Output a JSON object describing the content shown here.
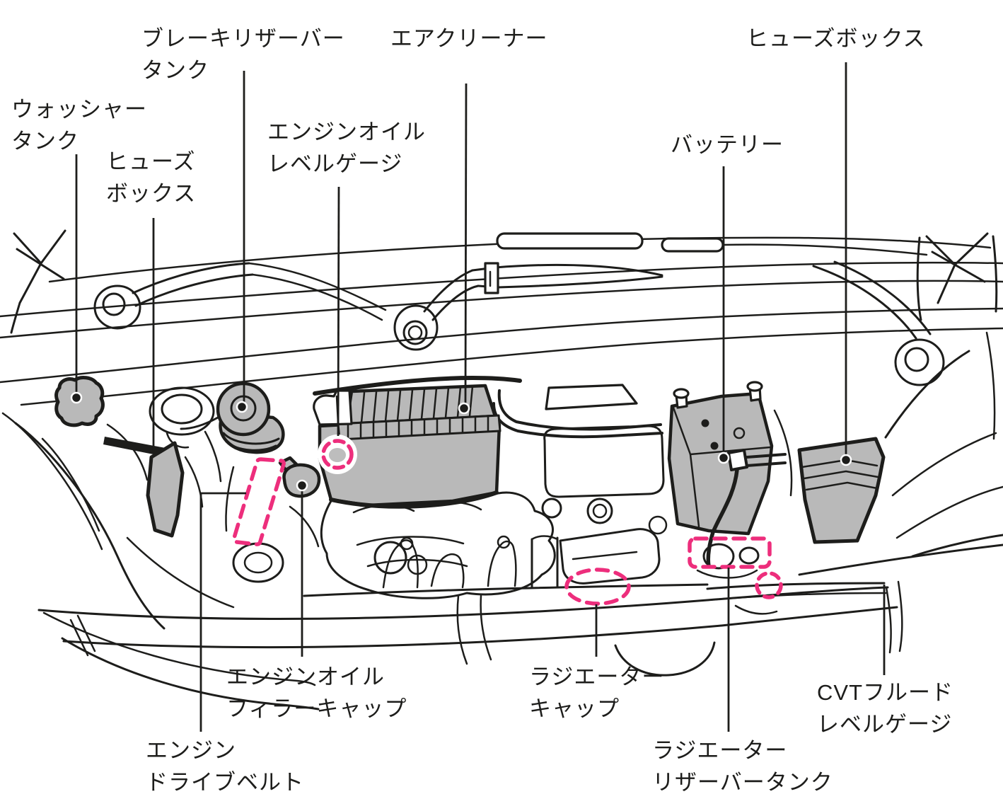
{
  "figure": {
    "type": "engine-compartment-component-diagram",
    "colors": {
      "line": "#1d1d1b",
      "component_fill": "#b9b9b9",
      "highlight": "#ed2e7c",
      "background": "#ffffff"
    },
    "labels": {
      "brake_reservoir_tank": {
        "line1": "ブレーキリザーバー",
        "line2": "タンク"
      },
      "air_cleaner": {
        "line1": "エアクリーナー"
      },
      "fuse_box_right": {
        "line1": "ヒューズボックス"
      },
      "washer_tank": {
        "line1": "ウォッシャー",
        "line2": "タンク"
      },
      "fuse_box_left": {
        "line1": "ヒューズ",
        "line2": "ボックス"
      },
      "engine_oil_level_gauge": {
        "line1": "エンジンオイル",
        "line2": "レベルゲージ"
      },
      "battery": {
        "line1": "バッテリー"
      },
      "engine_oil_filler_cap": {
        "line1": "エンジンオイル",
        "line2": "フィラーキャップ"
      },
      "engine_drive_belt": {
        "line1": "エンジン",
        "line2": "ドライブベルト"
      },
      "radiator_cap": {
        "line1": "ラジエーター",
        "line2": "キャップ"
      },
      "radiator_reservoir_tank": {
        "line1": "ラジエーター",
        "line2": "リザーバータンク"
      },
      "cvt_fluid_level_gauge": {
        "line1": "CVTフルード",
        "line2": "レベルゲージ"
      }
    }
  }
}
